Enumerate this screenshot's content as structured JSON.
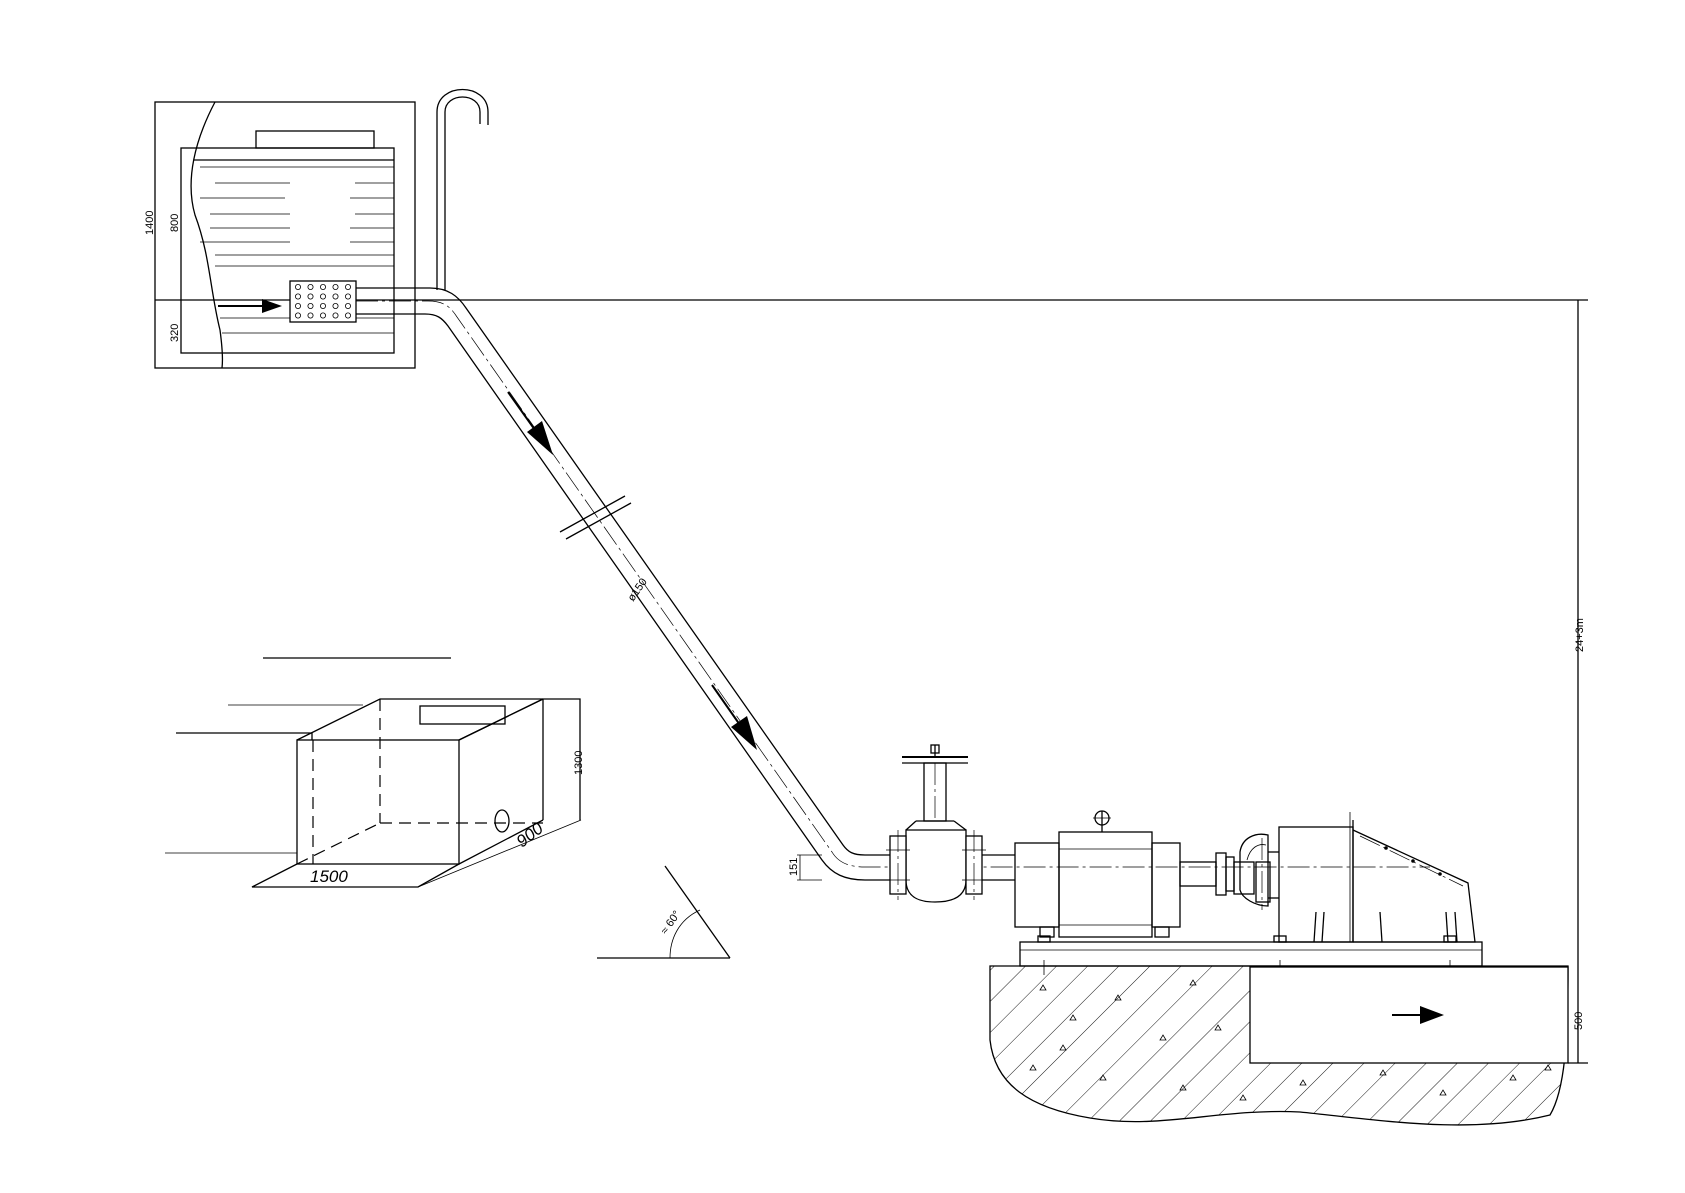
{
  "dimensions": {
    "tank_height": "1400",
    "water_depth": "800",
    "bottom_offset": "320",
    "pipe_diameter": "ø150",
    "head_height": "24+3m",
    "base_height": "500",
    "suction_height": "151",
    "slope_angle": "≈ 60°",
    "box_width": "1500",
    "box_depth": "900",
    "box_height": "1300"
  }
}
